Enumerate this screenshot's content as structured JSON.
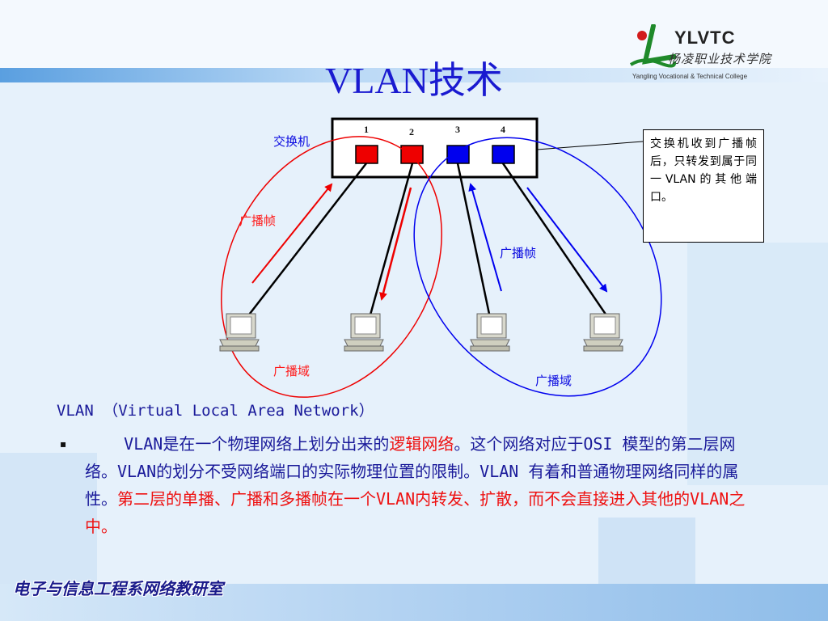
{
  "title": {
    "latin": "VLAN",
    "cjk": "技术"
  },
  "logo": {
    "en": "YLVTC",
    "cn": "杨凌职业技术学院",
    "sub": "Yangling Vocational & Technical College"
  },
  "diagram": {
    "switch_label": "交换机",
    "ports": [
      "1",
      "2",
      "3",
      "4"
    ],
    "port_colors": [
      "#ee0000",
      "#ee0000",
      "#0000ee",
      "#0000ee"
    ],
    "broadcast_frame_left": "广播帧",
    "broadcast_frame_right": "广播帧",
    "broadcast_domain_left": "广播域",
    "broadcast_domain_right": "广播域",
    "callout": "交换机收到广播帧后，只转发到属于同一VLAN的其他端口。"
  },
  "definition": "VLAN （Virtual Local Area Network）",
  "paragraph": {
    "bullet": "▪",
    "part1": "    VLAN是在一个物理网络上划分出来的",
    "highlight1": "逻辑网络",
    "part2": "。这个网络对应于OSI 模型的第二层网络。VLAN的划分不受网络端口的实际物理位置的限制。VLAN 有着和普通物理网络同样的属性。",
    "highlight2": "第二层的单播、广播和多播帧在一个VLAN内转发、扩散，而不会直接进入其他的VLAN之中。"
  },
  "footer": "电子与信息工程系网络教研室",
  "colors": {
    "title": "#1a1ad0",
    "text": "#1a1a9a",
    "highlight": "#ee1111",
    "vlan_red": "#ee0000",
    "vlan_blue": "#0000ee"
  }
}
